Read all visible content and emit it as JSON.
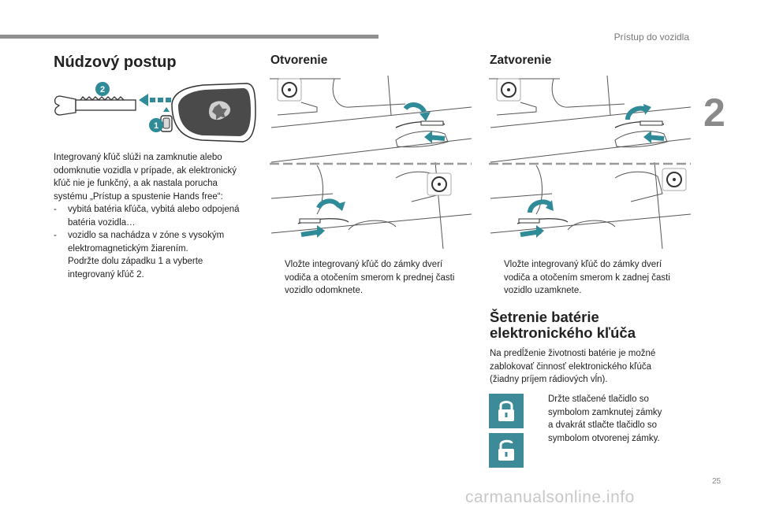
{
  "header": {
    "section": "Prístup do vozidla",
    "chapter": "2",
    "page_number": "25"
  },
  "watermark": "carmanualsonline.info",
  "emergency": {
    "title": "Núdzový postup",
    "callouts": [
      "2",
      "1"
    ],
    "intro_lines": [
      "Integrovaný kľúč slúži na zamknutie alebo",
      "odomknutie vozidla v prípade, ak elektronický",
      "kľúč nie je funkčný, a ak nastala porucha",
      "systému „Prístup a spustenie Hands free“:"
    ],
    "items": [
      {
        "marker": "-",
        "lines": [
          "vybitá batéria kľúča, vybitá alebo odpojená",
          "batéria vozidla…"
        ]
      },
      {
        "marker": "-",
        "lines": [
          "vozidlo sa nachádza v zóne s vysokým",
          "elektromagnetickým žiarením."
        ]
      },
      {
        "marker": "",
        "lines": [
          "Podržte dolu západku 1 a vyberte",
          "integrovaný kľúč 2."
        ]
      }
    ]
  },
  "unlock": {
    "title": "Otvorenie",
    "marker": "",
    "lines": [
      "Vložte integrovaný kľúč do zámky dverí",
      "vodiča a otočením smerom k prednej časti",
      "vozidlo odomknete."
    ]
  },
  "lock": {
    "title": "Zatvorenie",
    "marker": "",
    "lines": [
      "Vložte integrovaný kľúč do zámky dverí",
      "vodiča a otočením smerom k zadnej časti",
      "vozidlo uzamknete."
    ]
  },
  "battery": {
    "title_lines": [
      "Šetrenie batérie",
      "elektronického kľúča"
    ],
    "intro_lines": [
      "Na predĺženie životnosti batérie je možné",
      "zablokovať činnosť elektronického kľúča",
      "(žiadny príjem rádiových vĺn)."
    ],
    "marker": "",
    "lines": [
      "Držte stlačené tlačidlo so",
      "symbolom zamknutej zámky",
      "a dvakrát stlačte tlačidlo so",
      "symbolom otvorenej zámky."
    ]
  },
  "colors": {
    "accent": "#3d8a98",
    "arrow": "#2f8b97",
    "bar": "#8f8f8f"
  }
}
